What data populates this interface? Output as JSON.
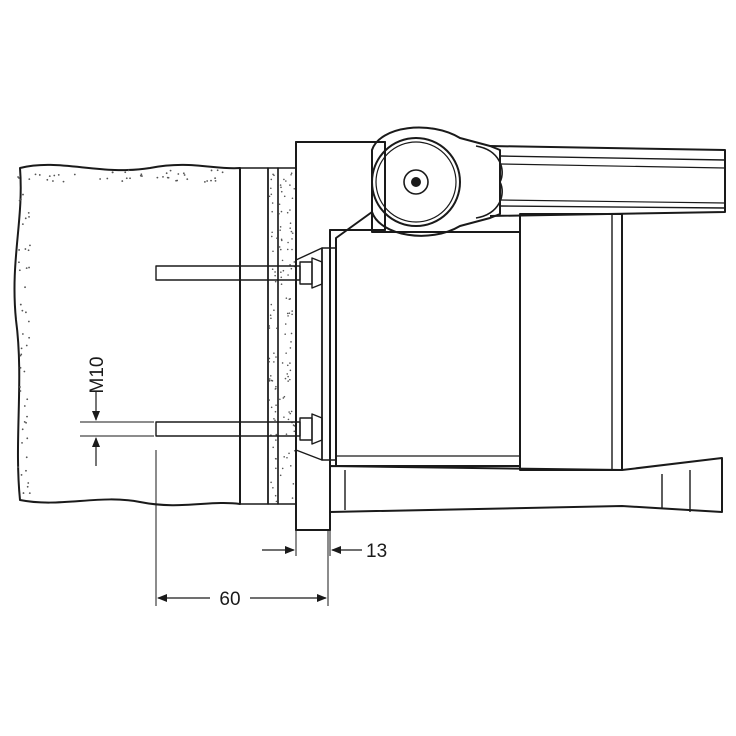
{
  "dimensions": {
    "thread_size": "M10",
    "plate_thickness": "13",
    "embed_depth": "60"
  },
  "colors": {
    "ink": "#1a1a1a",
    "paper": "#ffffff",
    "stipple": "#555555"
  }
}
